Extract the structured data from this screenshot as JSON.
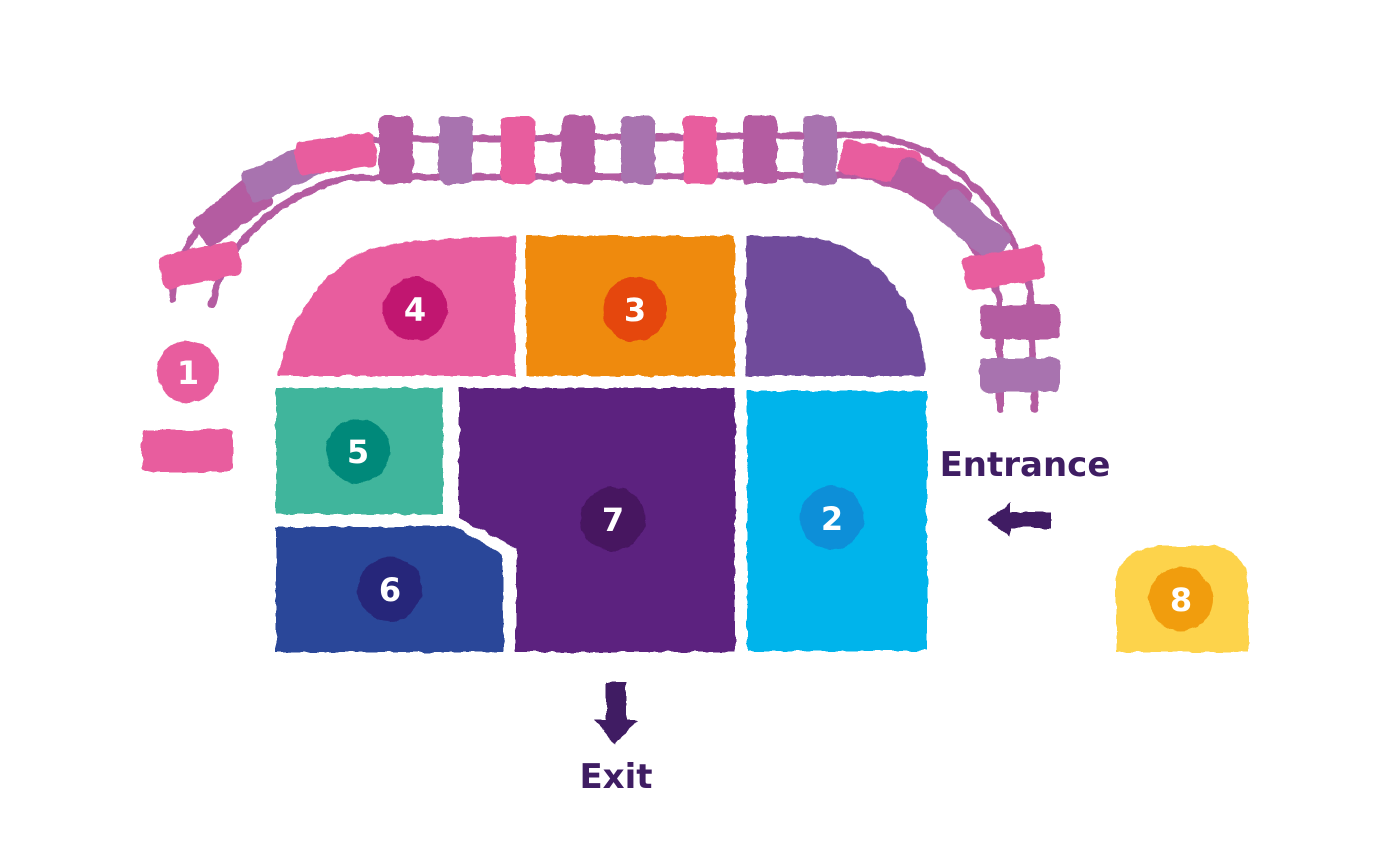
{
  "colors": {
    "zone1": "#e85d9e",
    "zone2": "#00b4eb",
    "zone3": "#ef8a07",
    "zone4": "#e85d9e",
    "zone5": "#41b59c",
    "zone6": "#2c4699",
    "zone7": "#5b247f",
    "zone8": "#fdd34b",
    "purple_block": "#6f4c9b",
    "badge1": "#e85d9e",
    "badge2": "#0e8fd8",
    "badge3": "#e5460f",
    "badge4": "#c1136f",
    "badge5": "#03897a",
    "badge6": "#28287a",
    "badge7": "#461261",
    "badge8": "#f19d0a",
    "label_text": "#3f1d63",
    "arrow": "#3f1d63",
    "chair_palette": [
      "#e85d9e",
      "#b45ba1",
      "#a873af"
    ]
  },
  "zones": [
    {
      "num": "1",
      "icon": "seat-icon"
    },
    {
      "num": "2"
    },
    {
      "num": "3"
    },
    {
      "num": "4"
    },
    {
      "num": "5"
    },
    {
      "num": "6"
    },
    {
      "num": "7"
    },
    {
      "num": "8"
    }
  ],
  "labels": {
    "entrance": "Entrance",
    "exit": "Exit"
  },
  "icons": {
    "entrance_arrow": "arrow-left-icon",
    "exit_arrow": "arrow-down-icon"
  }
}
